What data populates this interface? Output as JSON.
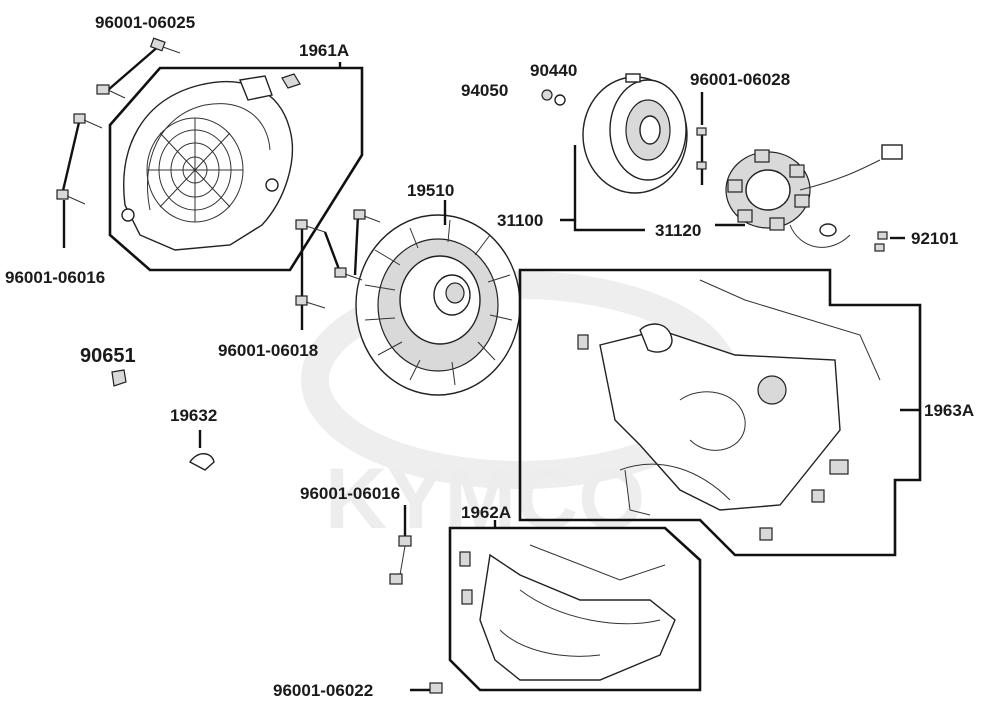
{
  "diagram": {
    "watermark": "KYMCO",
    "parts": [
      {
        "id": "p1",
        "label": "96001-06025"
      },
      {
        "id": "p2",
        "label": "1961A"
      },
      {
        "id": "p3",
        "label": "96001-06016"
      },
      {
        "id": "p4",
        "label": "90651"
      },
      {
        "id": "p5",
        "label": "19632"
      },
      {
        "id": "p6",
        "label": "19510"
      },
      {
        "id": "p7",
        "label": "96001-06018"
      },
      {
        "id": "p8",
        "label": "94050"
      },
      {
        "id": "p9",
        "label": "90440"
      },
      {
        "id": "p10",
        "label": "96001-06028"
      },
      {
        "id": "p11",
        "label": "31100"
      },
      {
        "id": "p12",
        "label": "31120"
      },
      {
        "id": "p13",
        "label": "92101"
      },
      {
        "id": "p14",
        "label": "1963A"
      },
      {
        "id": "p15",
        "label": "96001-06016"
      },
      {
        "id": "p16",
        "label": "1962A"
      },
      {
        "id": "p17",
        "label": "96001-06022"
      }
    ]
  }
}
